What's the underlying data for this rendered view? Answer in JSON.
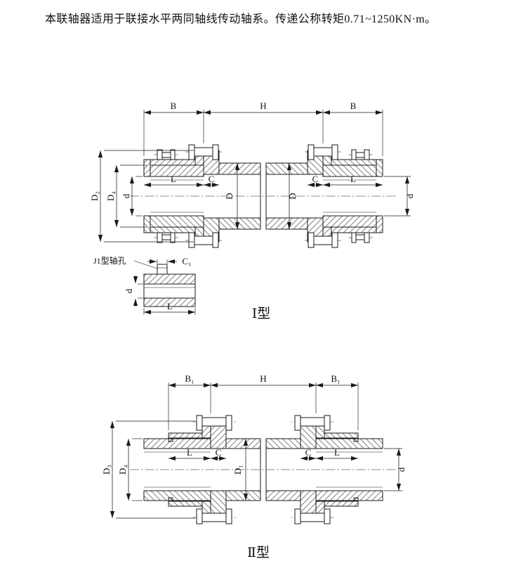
{
  "intro": "本联轴器适用于联接水平两同轴线传动轴系。传递公称转矩0.71~1250KN·m。",
  "type1": {
    "caption": "Ⅰ型",
    "detail_label": "J1型轴孔",
    "dims": {
      "B_left": "B",
      "H": "H",
      "B_right": "B",
      "D2": "D₂",
      "D4": "D₄",
      "d_left": "d",
      "L_left": "L",
      "C_left": "C",
      "D_left": "D",
      "D_right": "D",
      "C_right": "C",
      "L_right": "L",
      "d_right": "d",
      "C1": "C₁",
      "detail_d": "d",
      "detail_L": "L"
    }
  },
  "type2": {
    "caption": "Ⅱ型",
    "dims": {
      "B1_left": "B₁",
      "H": "H",
      "B1_right": "B₁",
      "D3": "D₃",
      "D4": "D₄",
      "D1": "D₁",
      "L_left": "L",
      "C_left": "C",
      "C_right": "C",
      "L_right": "L",
      "d_right": "d"
    }
  }
}
